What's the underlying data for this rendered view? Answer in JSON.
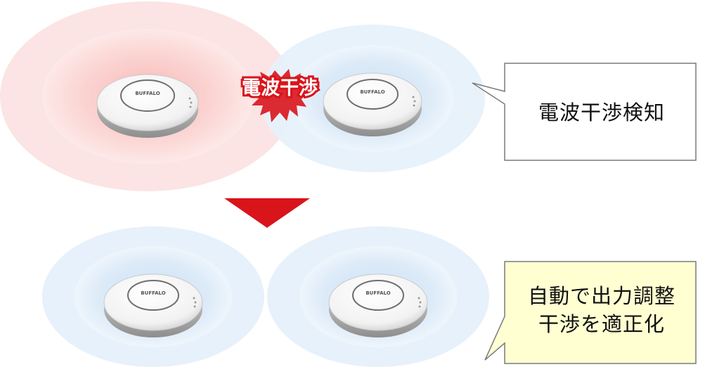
{
  "diagram": {
    "interference_label": "電波干渉",
    "device_brand": "BUFFALO",
    "callout_detect": "電波干渉検知",
    "callout_adjust_line1": "自動で出力調整",
    "callout_adjust_line2": "干渉を適正化"
  },
  "colors": {
    "strong_signal": "#f7c6c6",
    "normal_signal": "#cfe3f5",
    "arrow": "#d9141b",
    "burst": "#d9141b",
    "callout_highlight": "#ffffd2"
  }
}
